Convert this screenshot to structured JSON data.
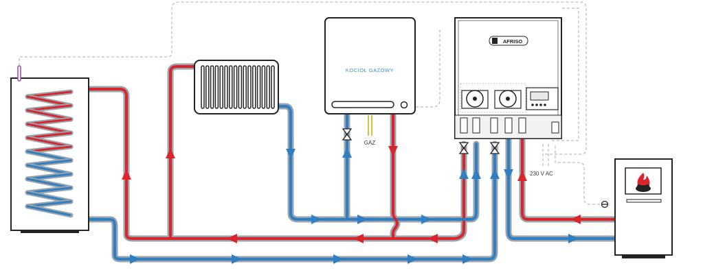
{
  "boiler": {
    "label": "KOCIOŁ GAZOWY"
  },
  "gas": {
    "label": "GAZ"
  },
  "controller": {
    "brand": "AFRISO"
  },
  "power": {
    "label": "230 V AC"
  },
  "colors": {
    "hot": "#d8262c",
    "cold": "#2f7fc1",
    "outline": "#9aa3ab",
    "cable": "#a8a8a8",
    "gas": "#d6c23a",
    "sensor": "#a24aa8",
    "label_blue": "#3a8fd0"
  }
}
